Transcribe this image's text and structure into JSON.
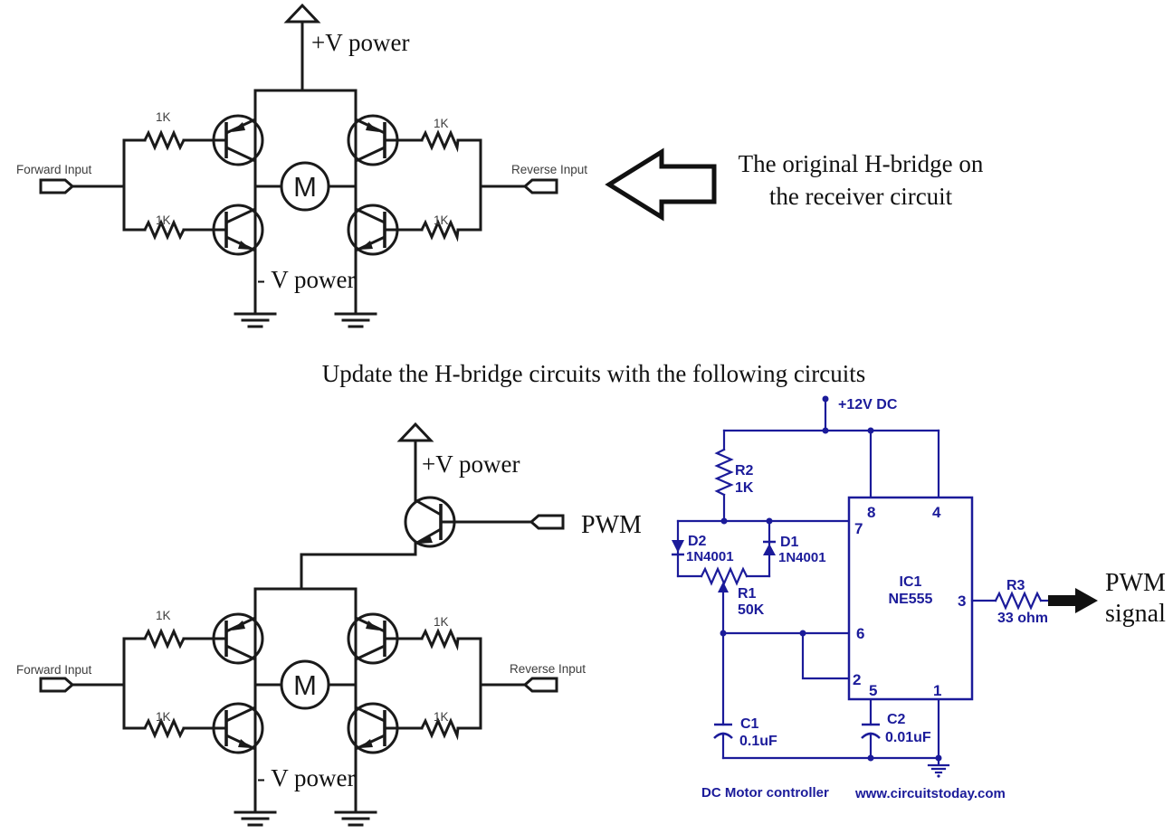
{
  "colors": {
    "circuit_black": "#1a1a1a",
    "label_gray": "#3d3d3d",
    "circuit_blue": "#1b1b9a",
    "background": "#ffffff"
  },
  "original_bridge": {
    "plus_v_label": "+V power",
    "minus_v_label": "- V power",
    "forward_input_label": "Forward Input",
    "reverse_input_label": "Reverse Input",
    "motor_label": "M",
    "resistor_labels": [
      "1K",
      "1K",
      "1K",
      "1K"
    ]
  },
  "annotation": {
    "line1": "The original H-bridge on",
    "line2": "the receiver circuit"
  },
  "update_instruction": "Update the H-bridge circuits with the following circuits",
  "modified_bridge": {
    "plus_v_label": "+V power",
    "minus_v_label": "- V power",
    "forward_input_label": "Forward Input",
    "reverse_input_label": "Reverse Input",
    "pwm_label": "PWM",
    "motor_label": "M",
    "resistor_labels": [
      "1K",
      "1K",
      "1K",
      "1K"
    ]
  },
  "controller": {
    "supply_label": "+12V DC",
    "r2": {
      "name": "R2",
      "value": "1K"
    },
    "d2": {
      "name": "D2",
      "value": "1N4001"
    },
    "d1": {
      "name": "D1",
      "value": "1N4001"
    },
    "r1": {
      "name": "R1",
      "value": "50K"
    },
    "ic": {
      "name": "IC1",
      "part": "NE555"
    },
    "pins": {
      "p8": "8",
      "p4": "4",
      "p7": "7",
      "p3": "3",
      "p6": "6",
      "p2": "2",
      "p5": "5",
      "p1": "1"
    },
    "r3": {
      "name": "R3",
      "value": "33 ohm"
    },
    "output_line1": "PWM",
    "output_line2": "signal",
    "c1": {
      "name": "C1",
      "value": "0.1uF"
    },
    "c2": {
      "name": "C2",
      "value": "0.01uF"
    },
    "caption": "DC Motor controller",
    "credit": "www.circuitstoday.com"
  }
}
